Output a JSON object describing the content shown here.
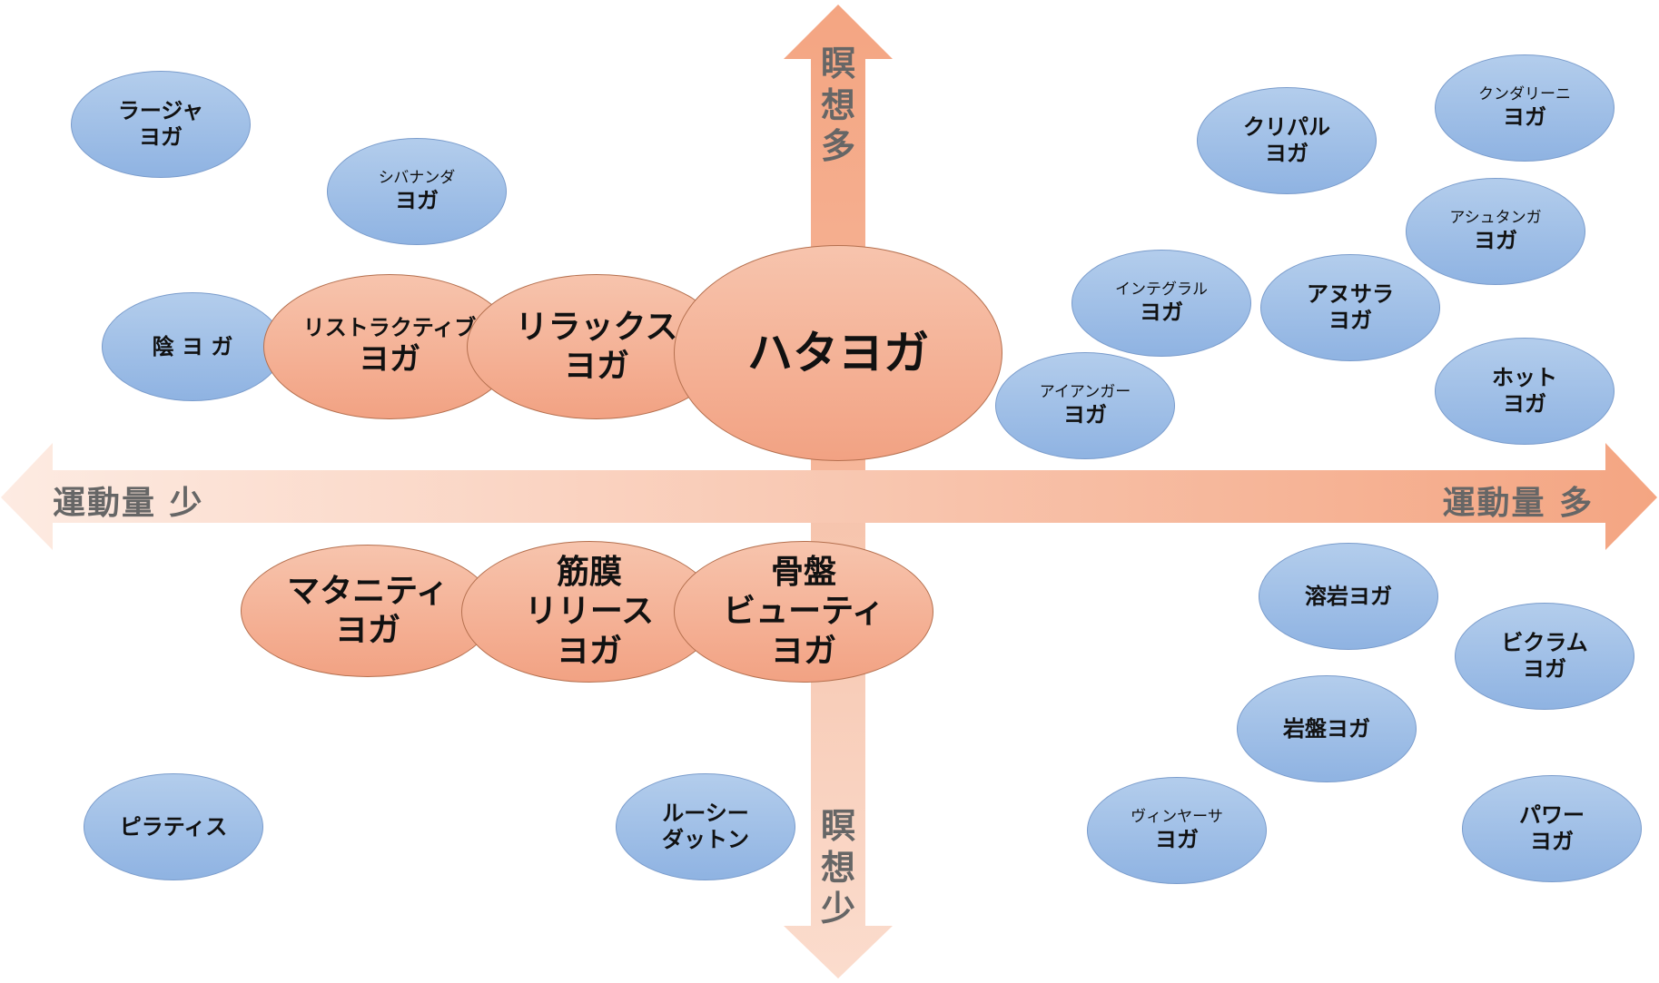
{
  "axes": {
    "vertical_top": [
      "瞑",
      "想",
      "多"
    ],
    "vertical_bottom": [
      "瞑",
      "想",
      "少"
    ],
    "horizontal_left": "運動量 少",
    "horizontal_right": "運動量 多"
  },
  "colors": {
    "blue_bubble": "#9dbde6",
    "orange_bubble": "#f4ae91",
    "axis_arrow": "#f4a582",
    "axis_text": "#666666"
  },
  "bubbles": {
    "raja": [
      "ラージャ",
      "ヨガ"
    ],
    "shivananda": [
      "シバナンダ",
      "ヨガ"
    ],
    "yin": [
      "陰 ヨ ガ"
    ],
    "restorative": [
      "リストラクティブ",
      "ヨガ"
    ],
    "relax": [
      "リラックス",
      "ヨガ"
    ],
    "hatha": [
      "ハタヨガ"
    ],
    "kripalu": [
      "クリパル",
      "ヨガ"
    ],
    "kundalini": [
      "クンダリーニ",
      "ヨガ"
    ],
    "ashtanga": [
      "アシュタンガ",
      "ヨガ"
    ],
    "integral": [
      "インテグラル",
      "ヨガ"
    ],
    "anusara": [
      "アヌサラ",
      "ヨガ"
    ],
    "iyengar": [
      "アイアンガー",
      "ヨガ"
    ],
    "hot": [
      "ホット",
      "ヨガ"
    ],
    "maternity": [
      "マタニティ",
      "ヨガ"
    ],
    "fascia": [
      "筋膜",
      "リリース",
      "ヨガ"
    ],
    "pelvis": [
      "骨盤",
      "ビューティ",
      "ヨガ"
    ],
    "lava": [
      "溶岩ヨガ"
    ],
    "bikram": [
      "ビクラム",
      "ヨガ"
    ],
    "bedrock": [
      "岩盤ヨガ"
    ],
    "pilates": [
      "ピラティス"
    ],
    "lucy": [
      "ルーシー",
      "ダットン"
    ],
    "vinyasa": [
      "ヴィンヤーサ",
      "ヨガ"
    ],
    "power": [
      "パワー",
      "ヨガ"
    ]
  }
}
